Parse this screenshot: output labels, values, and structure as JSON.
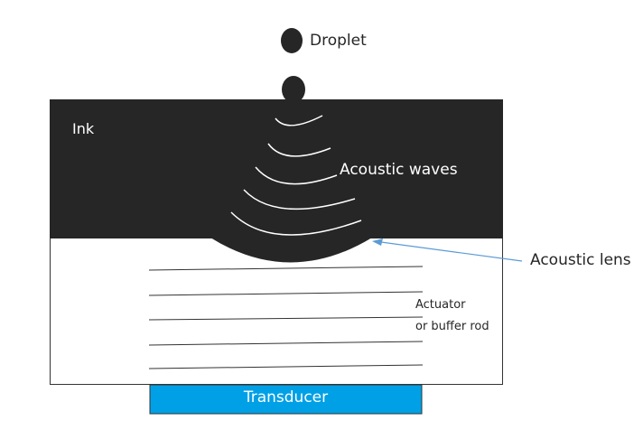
{
  "labels": {
    "droplet": "Droplet",
    "ink": "Ink",
    "acoustic_waves": "Acoustic waves",
    "acoustic_lens": "Acoustic lens",
    "actuator_line1": "Actuator",
    "actuator_line2": "or buffer rod",
    "transducer": "Transducer"
  },
  "colors": {
    "ink": "#262626",
    "transducer": "#00a0e6",
    "arrow": "#5b9bd5",
    "text": "#262626"
  }
}
